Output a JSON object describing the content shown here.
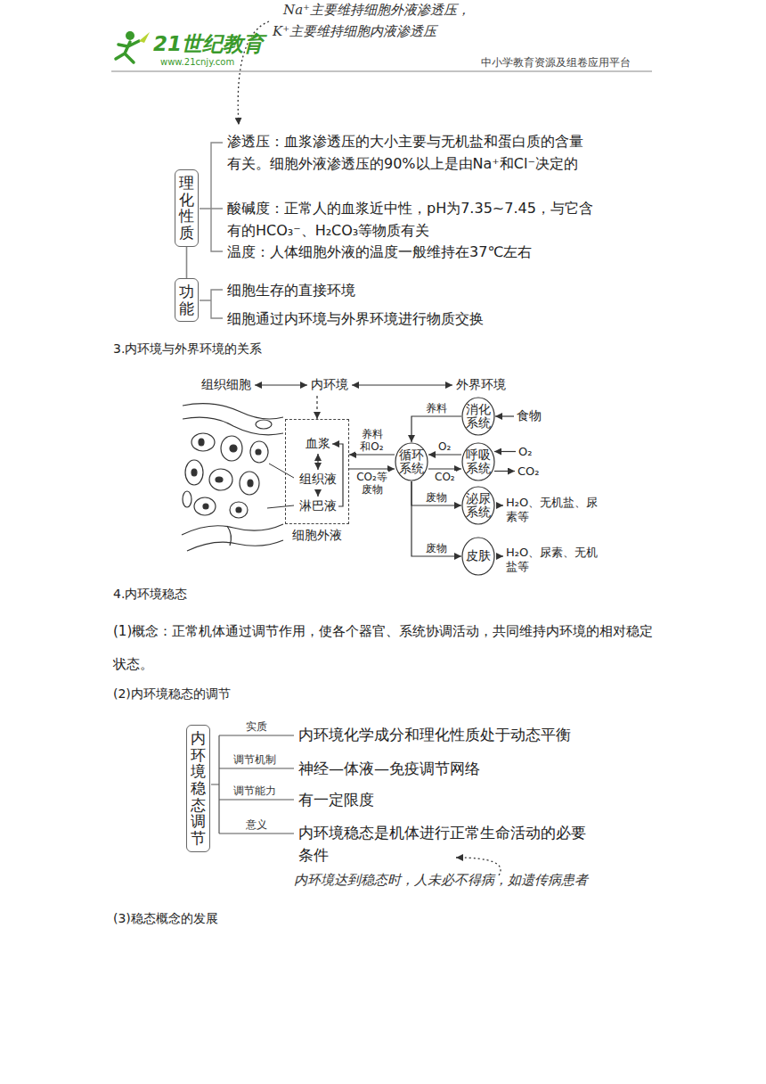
{
  "diagram": {
    "nodes": [
      {
        "text": [
          "理化性质"
        ]
      },
      {
        "text": [
          "功能"
        ]
      },
      {
        "text": [
          "组织细胞"
        ]
      },
      {
        "text": [
          "内环境"
        ]
      },
      {
        "text": [
          "外界环境"
        ]
      },
      {
        "text": [
          "细胞外液"
        ]
      },
      {
        "text": [
          "血浆"
        ],
        "in": 5
      },
      {
        "text": [
          "组织液"
        ],
        "in": 5
      },
      {
        "text": [
          "淋巴液"
        ],
        "in": 5
      },
      {
        "text": [
          "消化系统"
        ]
      },
      {
        "text": [
          "食物"
        ]
      },
      {
        "text": [
          "循环系统"
        ]
      },
      {
        "text": [
          "呼吸系统"
        ]
      },
      {
        "text": [
          "O₂"
        ]
      },
      {
        "text": [
          "CO₂"
        ]
      },
      {
        "text": [
          "泌尿系统"
        ]
      },
      {
        "text": [
          "H₂O、无机盐、尿素等"
        ]
      },
      {
        "text": [
          "皮肤"
        ]
      },
      {
        "text": [
          "H₂O、尿素、无机盐等"
        ]
      },
      {
        "text": [
          "内环境稳态调节"
        ]
      }
    ],
    "edges": [
      {
        "from": 0,
        "to": 1,
        "arrow": "none"
      },
      {
        "from": 2,
        "to": 3,
        "arrow": "both"
      },
      {
        "from": 3,
        "to": 4,
        "arrow": "both"
      },
      {
        "from": 3,
        "to": 5,
        "arrow": "to"
      },
      {
        "from": 6,
        "to": 7,
        "arrow": "both"
      },
      {
        "from": 7,
        "to": 8,
        "arrow": "to"
      },
      {
        "from": 8,
        "to": 6,
        "arrow": "to"
      },
      {
        "from": 11,
        "to": 5,
        "label": "养料和O₂",
        "arrow": "to"
      },
      {
        "from": 5,
        "to": 11,
        "label": "CO₂等废物",
        "arrow": "to"
      },
      {
        "from": 9,
        "to": 11,
        "label": "养料",
        "arrow": "to"
      },
      {
        "from": 10,
        "to": 9,
        "arrow": "to"
      },
      {
        "from": 12,
        "to": 11,
        "label": "O₂",
        "arrow": "to"
      },
      {
        "from": 11,
        "to": 12,
        "label": "CO₂",
        "arrow": "to"
      },
      {
        "from": 13,
        "to": 12,
        "arrow": "to"
      },
      {
        "from": 12,
        "to": 14,
        "arrow": "to"
      },
      {
        "from": 11,
        "to": 15,
        "label": "废物",
        "arrow": "to"
      },
      {
        "from": 15,
        "to": 16,
        "arrow": "to"
      },
      {
        "from": 11,
        "to": 17,
        "label": "废物",
        "arrow": "to"
      },
      {
        "from": 17,
        "to": 18,
        "arrow": "to"
      }
    ],
    "labels": [
      "21世纪教育",
      "www.21cnjy.com",
      "中小学教育资源及组卷应用平台",
      "Na⁺主要维持细胞外液渗透压，",
      "K⁺主要维持细胞内液渗透压",
      "渗透压：血浆渗透压的大小主要与无机盐和蛋白质的含量有关。细胞外液渗透压的90%以上是由Na⁺和Cl⁻决定的",
      "酸碱度：正常人的血浆近中性，pH为7.35~7.45，与它含有的HCO₃⁻、H₂CO₃等物质有关",
      "温度：人体细胞外液的温度一般维持在37℃左右",
      "细胞生存的直接环境",
      "细胞通过内环境与外界环境进行物质交换",
      "3.内环境与外界环境的关系",
      "4.内环境稳态",
      "(1)概念：正常机体通过调节作用，使各个器官、系统协调活动，共同维持内环境的相对稳定状态。",
      "(2)内环境稳态的调节",
      "实质",
      "内环境化学成分和理化性质处于动态平衡",
      "调节机制",
      "神经—体液—免疫调节网络",
      "调节能力",
      "有一定限度",
      "意义",
      "内环境稳态是机体进行正常生命活动的必要条件",
      "内环境达到稳态时，人未必不得病，如遗传病患者",
      "(3)稳态概念的发展"
    ]
  }
}
